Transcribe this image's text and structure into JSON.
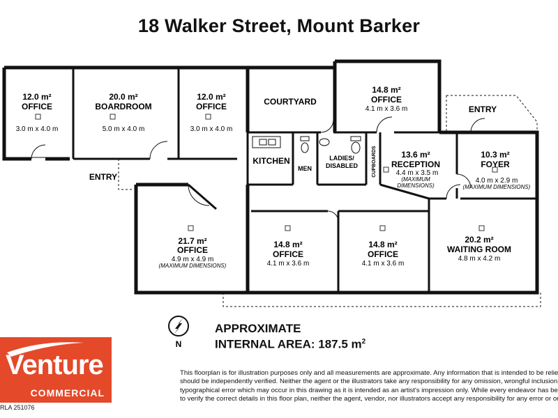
{
  "title": "18 Walker Street, Mount Barker",
  "rooms": {
    "office_nw": {
      "area": "12.0 m²",
      "name": "OFFICE",
      "dims": "3.0 m x 4.0 m"
    },
    "boardroom": {
      "area": "20.0 m²",
      "name": "BOARDROOM",
      "dims": "5.0 m x 4.0 m"
    },
    "office_n2": {
      "area": "12.0 m²",
      "name": "OFFICE",
      "dims": "3.0 m x 4.0 m"
    },
    "courtyard": {
      "name": "COURTYARD"
    },
    "office_n3": {
      "area": "14.8 m²",
      "name": "OFFICE",
      "dims": "4.1 m x 3.6 m"
    },
    "kitchen": {
      "name": "KITCHEN"
    },
    "men": {
      "name": "MEN"
    },
    "ladies": {
      "line1": "LADIES/",
      "line2": "DISABLED"
    },
    "cupboards": {
      "name": "CUPBOARDS"
    },
    "reception": {
      "area": "13.6 m²",
      "name": "RECEPTION",
      "dims": "4.4 m x 3.5 m",
      "note1": "(MAXIMUM",
      "note2": "DIMENSIONS)"
    },
    "foyer": {
      "area": "10.3 m²",
      "name": "FOYER",
      "dims": "4.0 m x 2.9 m",
      "note": "(MAXIMUM DIMENSIONS)"
    },
    "office_sw": {
      "area": "21.7 m²",
      "name": "OFFICE",
      "dims": "4.9 m x 4.9 m",
      "note": "(MAXIMUM DIMENSIONS)"
    },
    "office_s2": {
      "area": "14.8 m²",
      "name": "OFFICE",
      "dims": "4.1 m x 3.6 m"
    },
    "office_s3": {
      "area": "14.8 m²",
      "name": "OFFICE",
      "dims": "4.1 m x 3.6 m"
    },
    "waiting": {
      "area": "20.2 m²",
      "name": "WAITING ROOM",
      "dims": "4.8 m x 4.2 m"
    }
  },
  "entries": {
    "west": "ENTRY",
    "east": "ENTRY"
  },
  "north_label": "N",
  "area_summary": {
    "line1": "APPROXIMATE",
    "line2_prefix": "INTERNAL AREA: 187.5 m",
    "line2_sup": "2"
  },
  "logo": {
    "brand": "Venture",
    "sub": "COMMERCIAL"
  },
  "rla": "RLA 251076",
  "disclaimer": [
    "This floorplan is for illustration purposes only and all measurements are approximate. Any information that is intended to be relied upon",
    "should be independently verified. Neither the agent or the illustrators take any responsibility for any omission, wrongful inclusion, or",
    "typographical error which may occur in this drawing as it is intended as an artist's impression only. While every endeavor has been made",
    "to verify the correct details in this floor plan, neither the agent, vendor, nor illustrators accept any responsibility for any error or omission."
  ]
}
